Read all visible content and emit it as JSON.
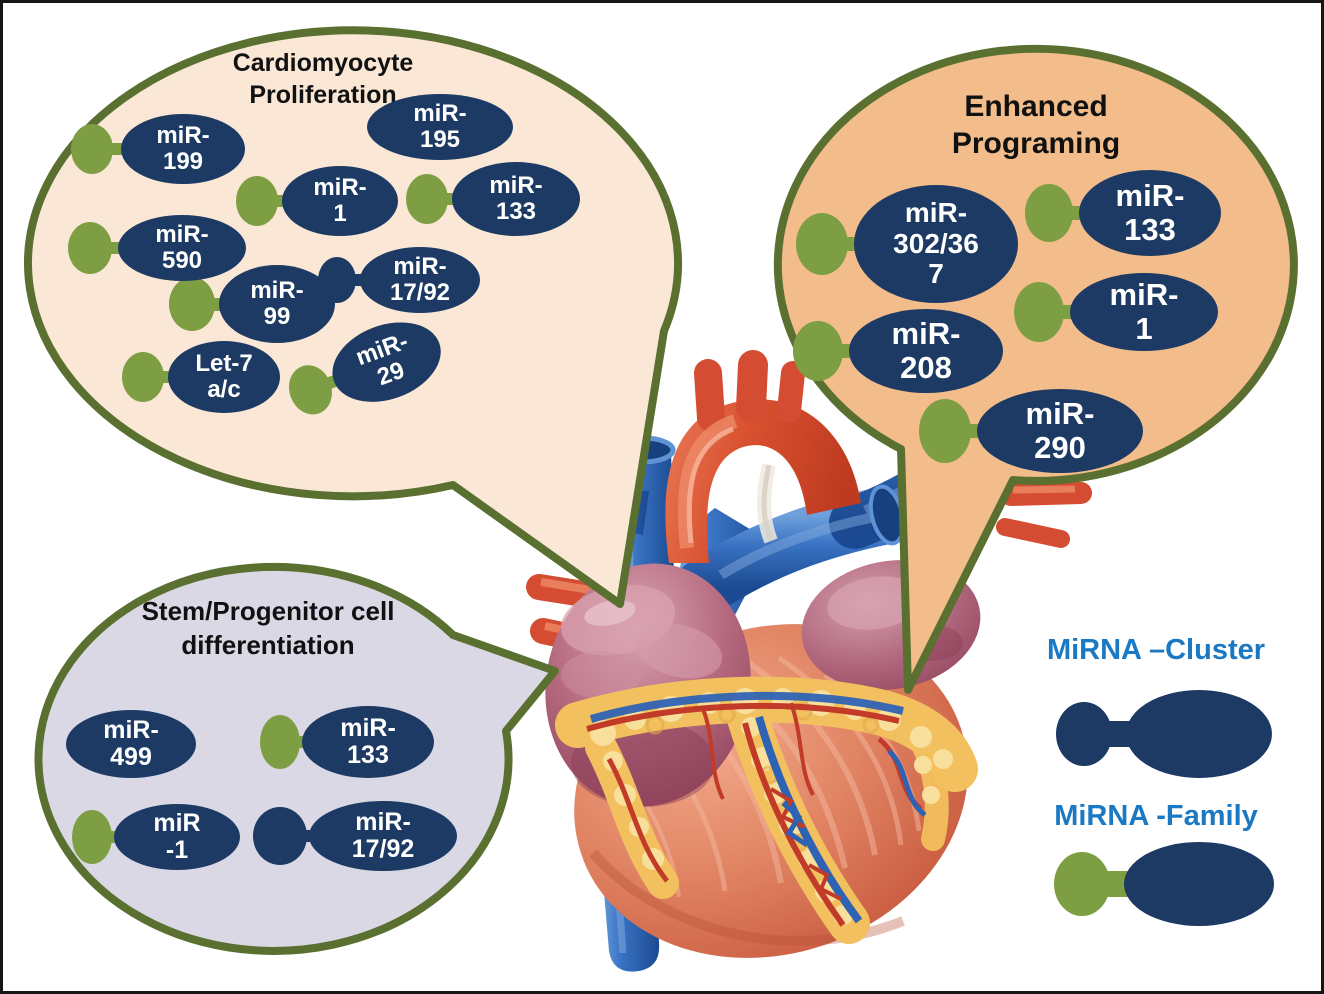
{
  "legend": {
    "cluster_label": "MiRNA –Cluster",
    "family_label": "MiRNA -Family"
  },
  "bubbles": [
    {
      "id": "cardiomyocyte-proliferation",
      "title": "Cardiomyocyte\nProliferation",
      "fill": "#FAE7D5",
      "items": [
        {
          "label": "miR-\n199",
          "type": "family"
        },
        {
          "label": "miR-\n195",
          "type": "plain"
        },
        {
          "label": "miR-\n1",
          "type": "family"
        },
        {
          "label": "miR-\n133",
          "type": "family"
        },
        {
          "label": "miR-\n590",
          "type": "family"
        },
        {
          "label": "miR-\n99",
          "type": "family"
        },
        {
          "label": "miR-\n17/92",
          "type": "cluster"
        },
        {
          "label": "Let-7\na/c",
          "type": "family"
        },
        {
          "label": "miR-\n29",
          "type": "family"
        }
      ]
    },
    {
      "id": "enhanced-programing",
      "title": "Enhanced\nPrograming",
      "fill": "#F3BC8B",
      "items": [
        {
          "label": "miR-\n302/36\n7",
          "type": "family"
        },
        {
          "label": "miR-\n133",
          "type": "family"
        },
        {
          "label": "miR-\n208",
          "type": "family"
        },
        {
          "label": "miR-\n1",
          "type": "family"
        },
        {
          "label": "miR-\n290",
          "type": "family"
        }
      ]
    },
    {
      "id": "stem-progenitor-differentiation",
      "title": "Stem/Progenitor cell\ndifferentiation",
      "fill": "#DBD8E5",
      "items": [
        {
          "label": "miR-\n499",
          "type": "plain"
        },
        {
          "label": "miR-\n133",
          "type": "family"
        },
        {
          "label": "miR\n-1",
          "type": "family"
        },
        {
          "label": "miR-\n17/92",
          "type": "cluster"
        }
      ]
    }
  ],
  "colors": {
    "mirna_navy": "#1C3A63",
    "stem_green": "#7E9E43",
    "bubble_border_olive": "#5A7030",
    "bubble_cream": "#FAE7D5",
    "bubble_orange": "#F3BC8B",
    "bubble_lavender": "#DBD8E5",
    "legend_blue": "#1B79C4",
    "frame_black": "#161616"
  }
}
